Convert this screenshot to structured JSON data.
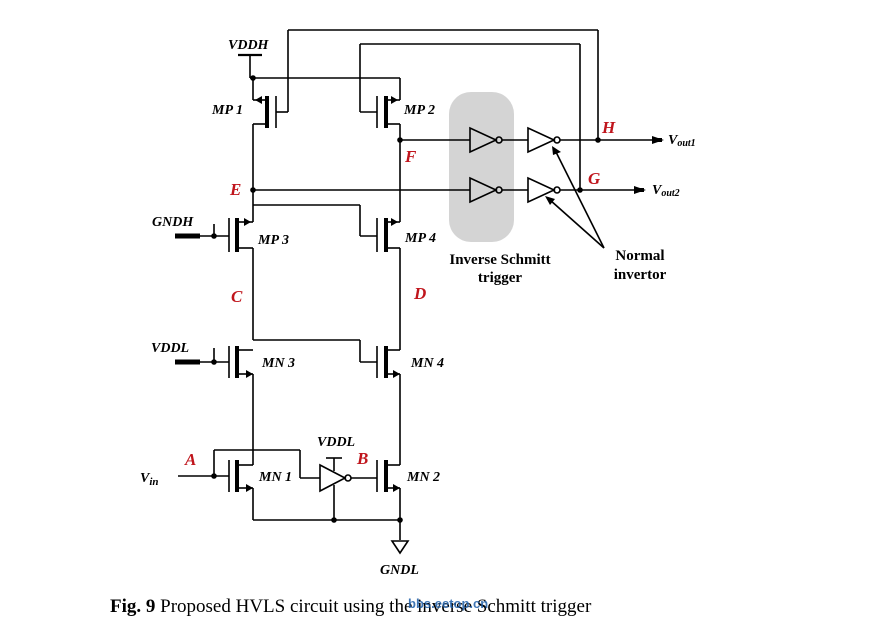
{
  "labels": {
    "vddh": "VDDH",
    "gndh": "GNDH",
    "vddl_top": "VDDL",
    "vddl_inv": "VDDL",
    "gndl": "GNDL",
    "vin_main": "V",
    "vin_sub": "in",
    "vout1_main": "V",
    "vout1_sub": "out1",
    "vout2_main": "V",
    "vout2_sub": "out2"
  },
  "transistors": {
    "mp1": "MP 1",
    "mp2": "MP 2",
    "mp3": "MP 3",
    "mp4": "MP 4",
    "mn3": "MN 3",
    "mn4": "MN 4",
    "mn1": "MN 1",
    "mn2": "MN 2"
  },
  "nodes": {
    "a": "A",
    "b": "B",
    "c": "C",
    "d": "D",
    "e": "E",
    "f": "F",
    "g": "G",
    "h": "H"
  },
  "annotations": {
    "schmitt_line1": "Inverse Schmitt",
    "schmitt_line2": "trigger",
    "normal_line1": "Normal",
    "normal_line2": "invertor"
  },
  "caption": {
    "prefix": "Fig. 9",
    "text": " Proposed HVLS circuit using the inverse Schmitt trigger"
  },
  "watermark": "bbs.eetop.cn",
  "colors": {
    "node_label": "#c0151c",
    "schmitt_highlight": "#d4d4d4"
  }
}
